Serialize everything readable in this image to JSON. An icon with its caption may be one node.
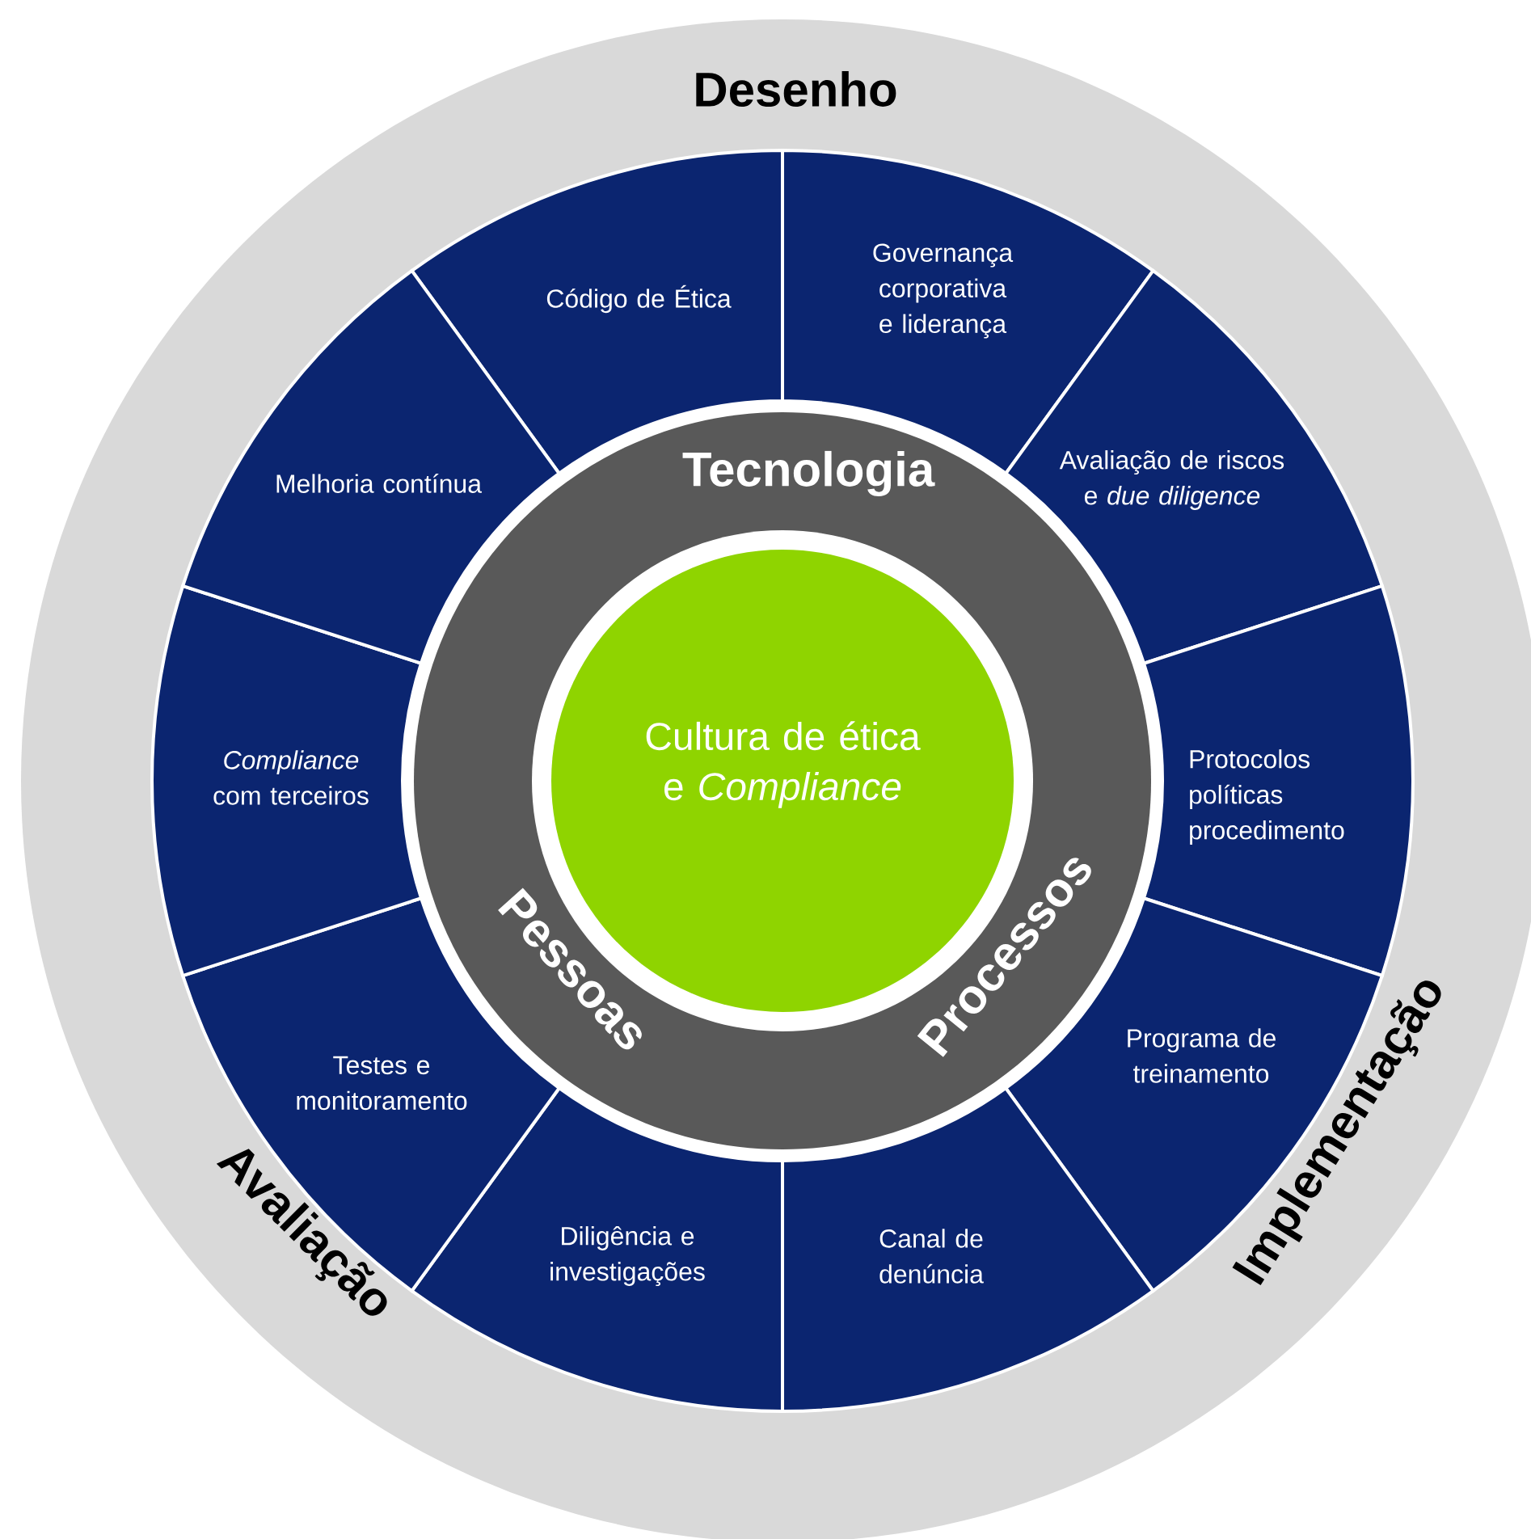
{
  "diagram": {
    "nodes": [
      {
        "text": [
          "Desenho",
          "Implementação",
          "Avaliação"
        ]
      },
      {
        "text": [
          "Código de Ética"
        ],
        "in": 0
      },
      {
        "text": [
          "Governança corporativa e liderança"
        ],
        "in": 0
      },
      {
        "text": [
          "Avaliação de riscos e *due diligence*"
        ],
        "in": 0
      },
      {
        "text": [
          "Protocolos políticas procedimento"
        ],
        "in": 0
      },
      {
        "text": [
          "Programa de treinamento"
        ],
        "in": 0
      },
      {
        "text": [
          "Canal de denúncia"
        ],
        "in": 0
      },
      {
        "text": [
          "Diligência e investigações"
        ],
        "in": 0
      },
      {
        "text": [
          "Testes e monitoramento"
        ],
        "in": 0
      },
      {
        "text": [
          "*Compliance* com terceiros"
        ],
        "in": 0
      },
      {
        "text": [
          "Melhoria contínua"
        ],
        "in": 0
      },
      {
        "text": [
          "Tecnologia",
          "Processos",
          "Pessoas"
        ],
        "in": 0
      },
      {
        "text": [
          "Cultura de ética e *Compliance*"
        ],
        "in": 11
      }
    ]
  }
}
